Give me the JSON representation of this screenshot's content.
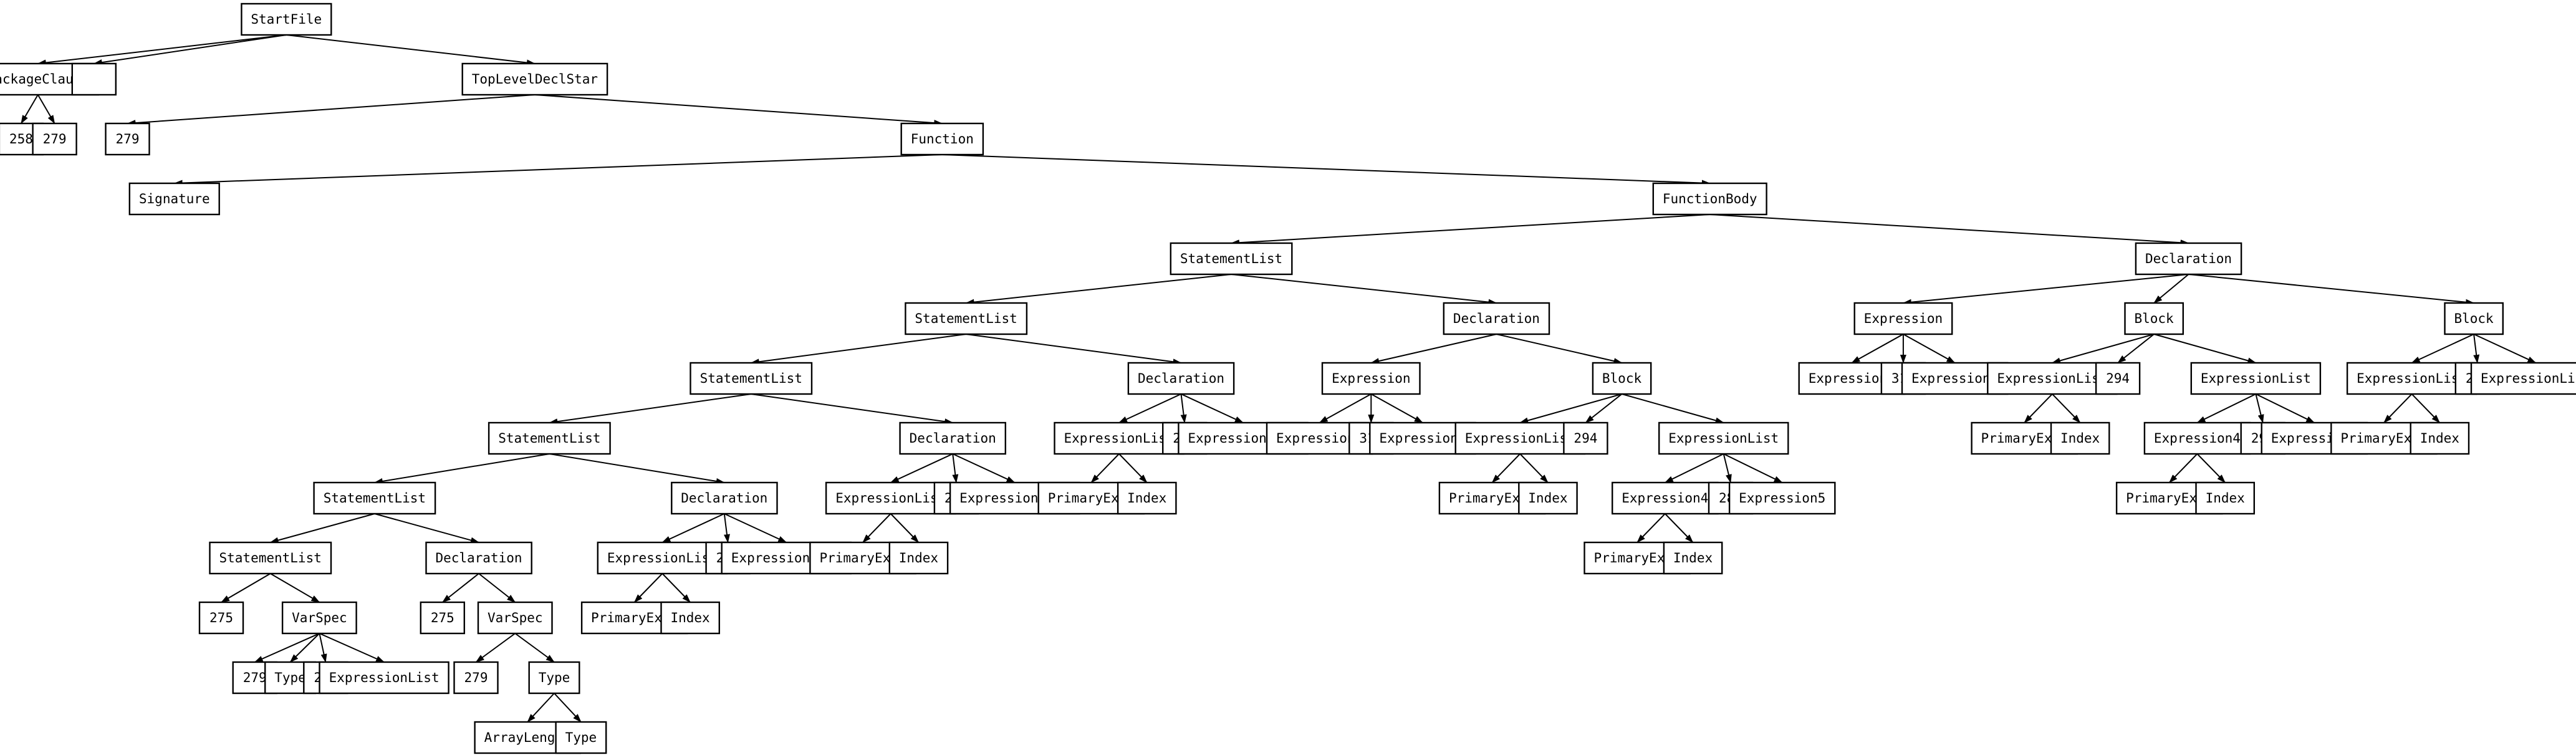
{
  "tree": {
    "label": "StartFile",
    "children": [
      {
        "label": "PackageClause",
        "children": [
          {
            "label": "258"
          },
          {
            "label": "279"
          }
        ]
      },
      {
        "label": ""
      },
      {
        "label": "TopLevelDeclStar",
        "children": [
          {
            "label": "279"
          },
          {
            "label": "Function",
            "children": [
              {
                "label": "Signature"
              },
              {
                "label": "FunctionBody",
                "children": [
                  {
                    "label": "StatementList",
                    "children": [
                      {
                        "label": "StatementList",
                        "children": [
                          {
                            "label": "StatementList",
                            "children": [
                              {
                                "label": "StatementList",
                                "children": [
                                  {
                                    "label": "StatementList",
                                    "children": [
                                      {
                                        "label": "StatementList",
                                        "children": [
                                          {
                                            "label": "275"
                                          },
                                          {
                                            "label": "VarSpec",
                                            "children": [
                                              {
                                                "label": "279"
                                              },
                                              {
                                                "label": "Type"
                                              },
                                              {
                                                "label": "294"
                                              },
                                              {
                                                "label": "ExpressionList"
                                              }
                                            ]
                                          }
                                        ]
                                      },
                                      {
                                        "label": "Declaration",
                                        "children": [
                                          {
                                            "label": "275"
                                          },
                                          {
                                            "label": "VarSpec",
                                            "children": [
                                              {
                                                "label": "279"
                                              },
                                              {
                                                "label": "Type",
                                                "children": [
                                                  {
                                                    "label": "ArrayLength"
                                                  },
                                                  {
                                                    "label": "Type"
                                                  }
                                                ]
                                              }
                                            ]
                                          }
                                        ]
                                      }
                                    ]
                                  },
                                  {
                                    "label": "Declaration",
                                    "children": [
                                      {
                                        "label": "ExpressionList",
                                        "children": [
                                          {
                                            "label": "PrimaryExpr"
                                          },
                                          {
                                            "label": "Index"
                                          }
                                        ]
                                      },
                                      {
                                        "label": "294"
                                      },
                                      {
                                        "label": "ExpressionList"
                                      }
                                    ]
                                  }
                                ]
                              },
                              {
                                "label": "Declaration",
                                "children": [
                                  {
                                    "label": "ExpressionList",
                                    "children": [
                                      {
                                        "label": "PrimaryExpr"
                                      },
                                      {
                                        "label": "Index"
                                      }
                                    ]
                                  },
                                  {
                                    "label": "294"
                                  },
                                  {
                                    "label": "ExpressionList"
                                  }
                                ]
                              }
                            ]
                          },
                          {
                            "label": "Declaration",
                            "children": [
                              {
                                "label": "ExpressionList",
                                "children": [
                                  {
                                    "label": "PrimaryExpr"
                                  },
                                  {
                                    "label": "Index"
                                  }
                                ]
                              },
                              {
                                "label": "294"
                              },
                              {
                                "label": "ExpressionList"
                              }
                            ]
                          }
                        ]
                      },
                      {
                        "label": "Declaration",
                        "children": [
                          {
                            "label": "Expression",
                            "children": [
                              {
                                "label": "Expression3"
                              },
                              {
                                "label": "318"
                              },
                              {
                                "label": "Expression4"
                              }
                            ]
                          },
                          {
                            "label": "Block",
                            "children": [
                              {
                                "label": "ExpressionList",
                                "children": [
                                  {
                                    "label": "PrimaryExpr"
                                  },
                                  {
                                    "label": "Index"
                                  }
                                ]
                              },
                              {
                                "label": "294"
                              },
                              {
                                "label": "ExpressionList",
                                "children": [
                                  {
                                    "label": "Expression4",
                                    "children": [
                                      {
                                        "label": "PrimaryExpr"
                                      },
                                      {
                                        "label": "Index"
                                      }
                                    ]
                                  },
                                  {
                                    "label": "289"
                                  },
                                  {
                                    "label": "Expression5"
                                  }
                                ]
                              }
                            ]
                          }
                        ]
                      }
                    ]
                  },
                  {
                    "label": "Declaration",
                    "children": [
                      {
                        "label": "Expression",
                        "children": [
                          {
                            "label": "Expression3"
                          },
                          {
                            "label": "319"
                          },
                          {
                            "label": "Expression4"
                          }
                        ]
                      },
                      {
                        "label": "Block",
                        "children": [
                          {
                            "label": "ExpressionList",
                            "children": [
                              {
                                "label": "PrimaryExpr"
                              },
                              {
                                "label": "Index"
                              }
                            ]
                          },
                          {
                            "label": "294"
                          },
                          {
                            "label": "ExpressionList",
                            "children": [
                              {
                                "label": "Expression4",
                                "children": [
                                  {
                                    "label": "PrimaryExpr"
                                  },
                                  {
                                    "label": "Index"
                                  }
                                ]
                              },
                              {
                                "label": "290"
                              },
                              {
                                "label": "Expression5"
                              }
                            ]
                          }
                        ]
                      },
                      {
                        "label": "Block",
                        "children": [
                          {
                            "label": "ExpressionList",
                            "children": [
                              {
                                "label": "PrimaryExpr"
                              },
                              {
                                "label": "Index"
                              }
                            ]
                          },
                          {
                            "label": "294"
                          },
                          {
                            "label": "ExpressionList"
                          }
                        ]
                      }
                    ]
                  }
                ]
              }
            ]
          }
        ]
      }
    ]
  }
}
